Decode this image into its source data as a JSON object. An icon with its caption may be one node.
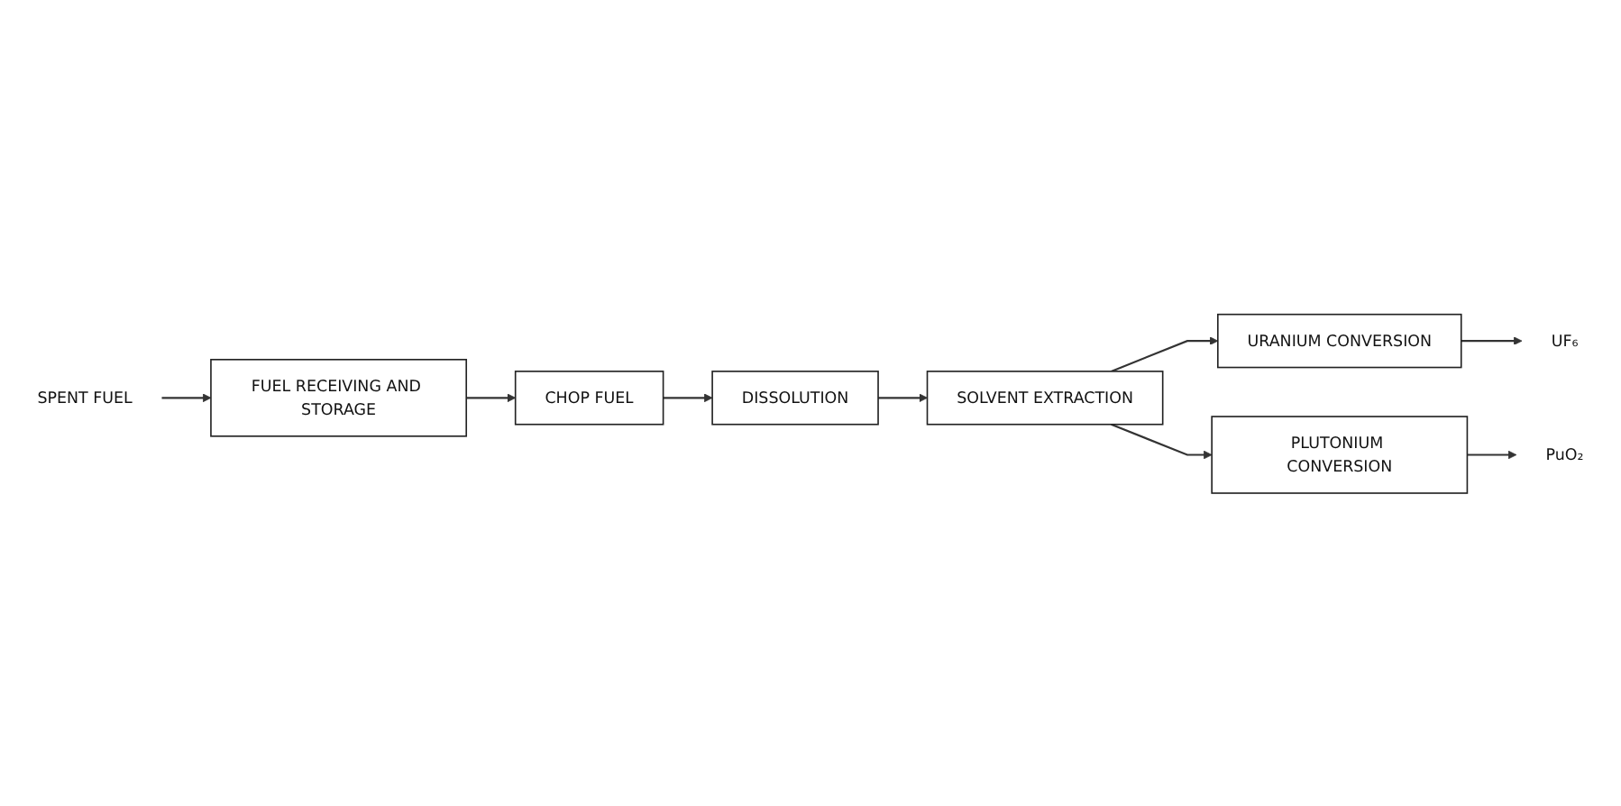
{
  "diagram": {
    "nodes": [
      {
        "text": [
          "SPENT FUEL"
        ]
      },
      {
        "text": [
          "FUEL RECEIVING AND STORAGE"
        ]
      },
      {
        "text": [
          "CHOP FUEL"
        ]
      },
      {
        "text": [
          "DISSOLUTION"
        ]
      },
      {
        "text": [
          "SOLVENT EXTRACTION"
        ]
      },
      {
        "text": [
          "URANIUM CONVERSION"
        ]
      },
      {
        "text": [
          "PLUTONIUM CONVERSION"
        ]
      },
      {
        "text": [
          "UF₆"
        ]
      },
      {
        "text": [
          "PuO₂"
        ]
      }
    ],
    "edges": [
      {
        "from": 0,
        "to": 1,
        "arrow": "to"
      },
      {
        "from": 1,
        "to": 2,
        "arrow": "to"
      },
      {
        "from": 2,
        "to": 3,
        "arrow": "to"
      },
      {
        "from": 3,
        "to": 4,
        "arrow": "to"
      },
      {
        "from": 4,
        "to": 5,
        "arrow": "to"
      },
      {
        "from": 4,
        "to": 6,
        "arrow": "to"
      },
      {
        "from": 5,
        "to": 7,
        "arrow": "to"
      },
      {
        "from": 6,
        "to": 8,
        "arrow": "to"
      }
    ]
  }
}
